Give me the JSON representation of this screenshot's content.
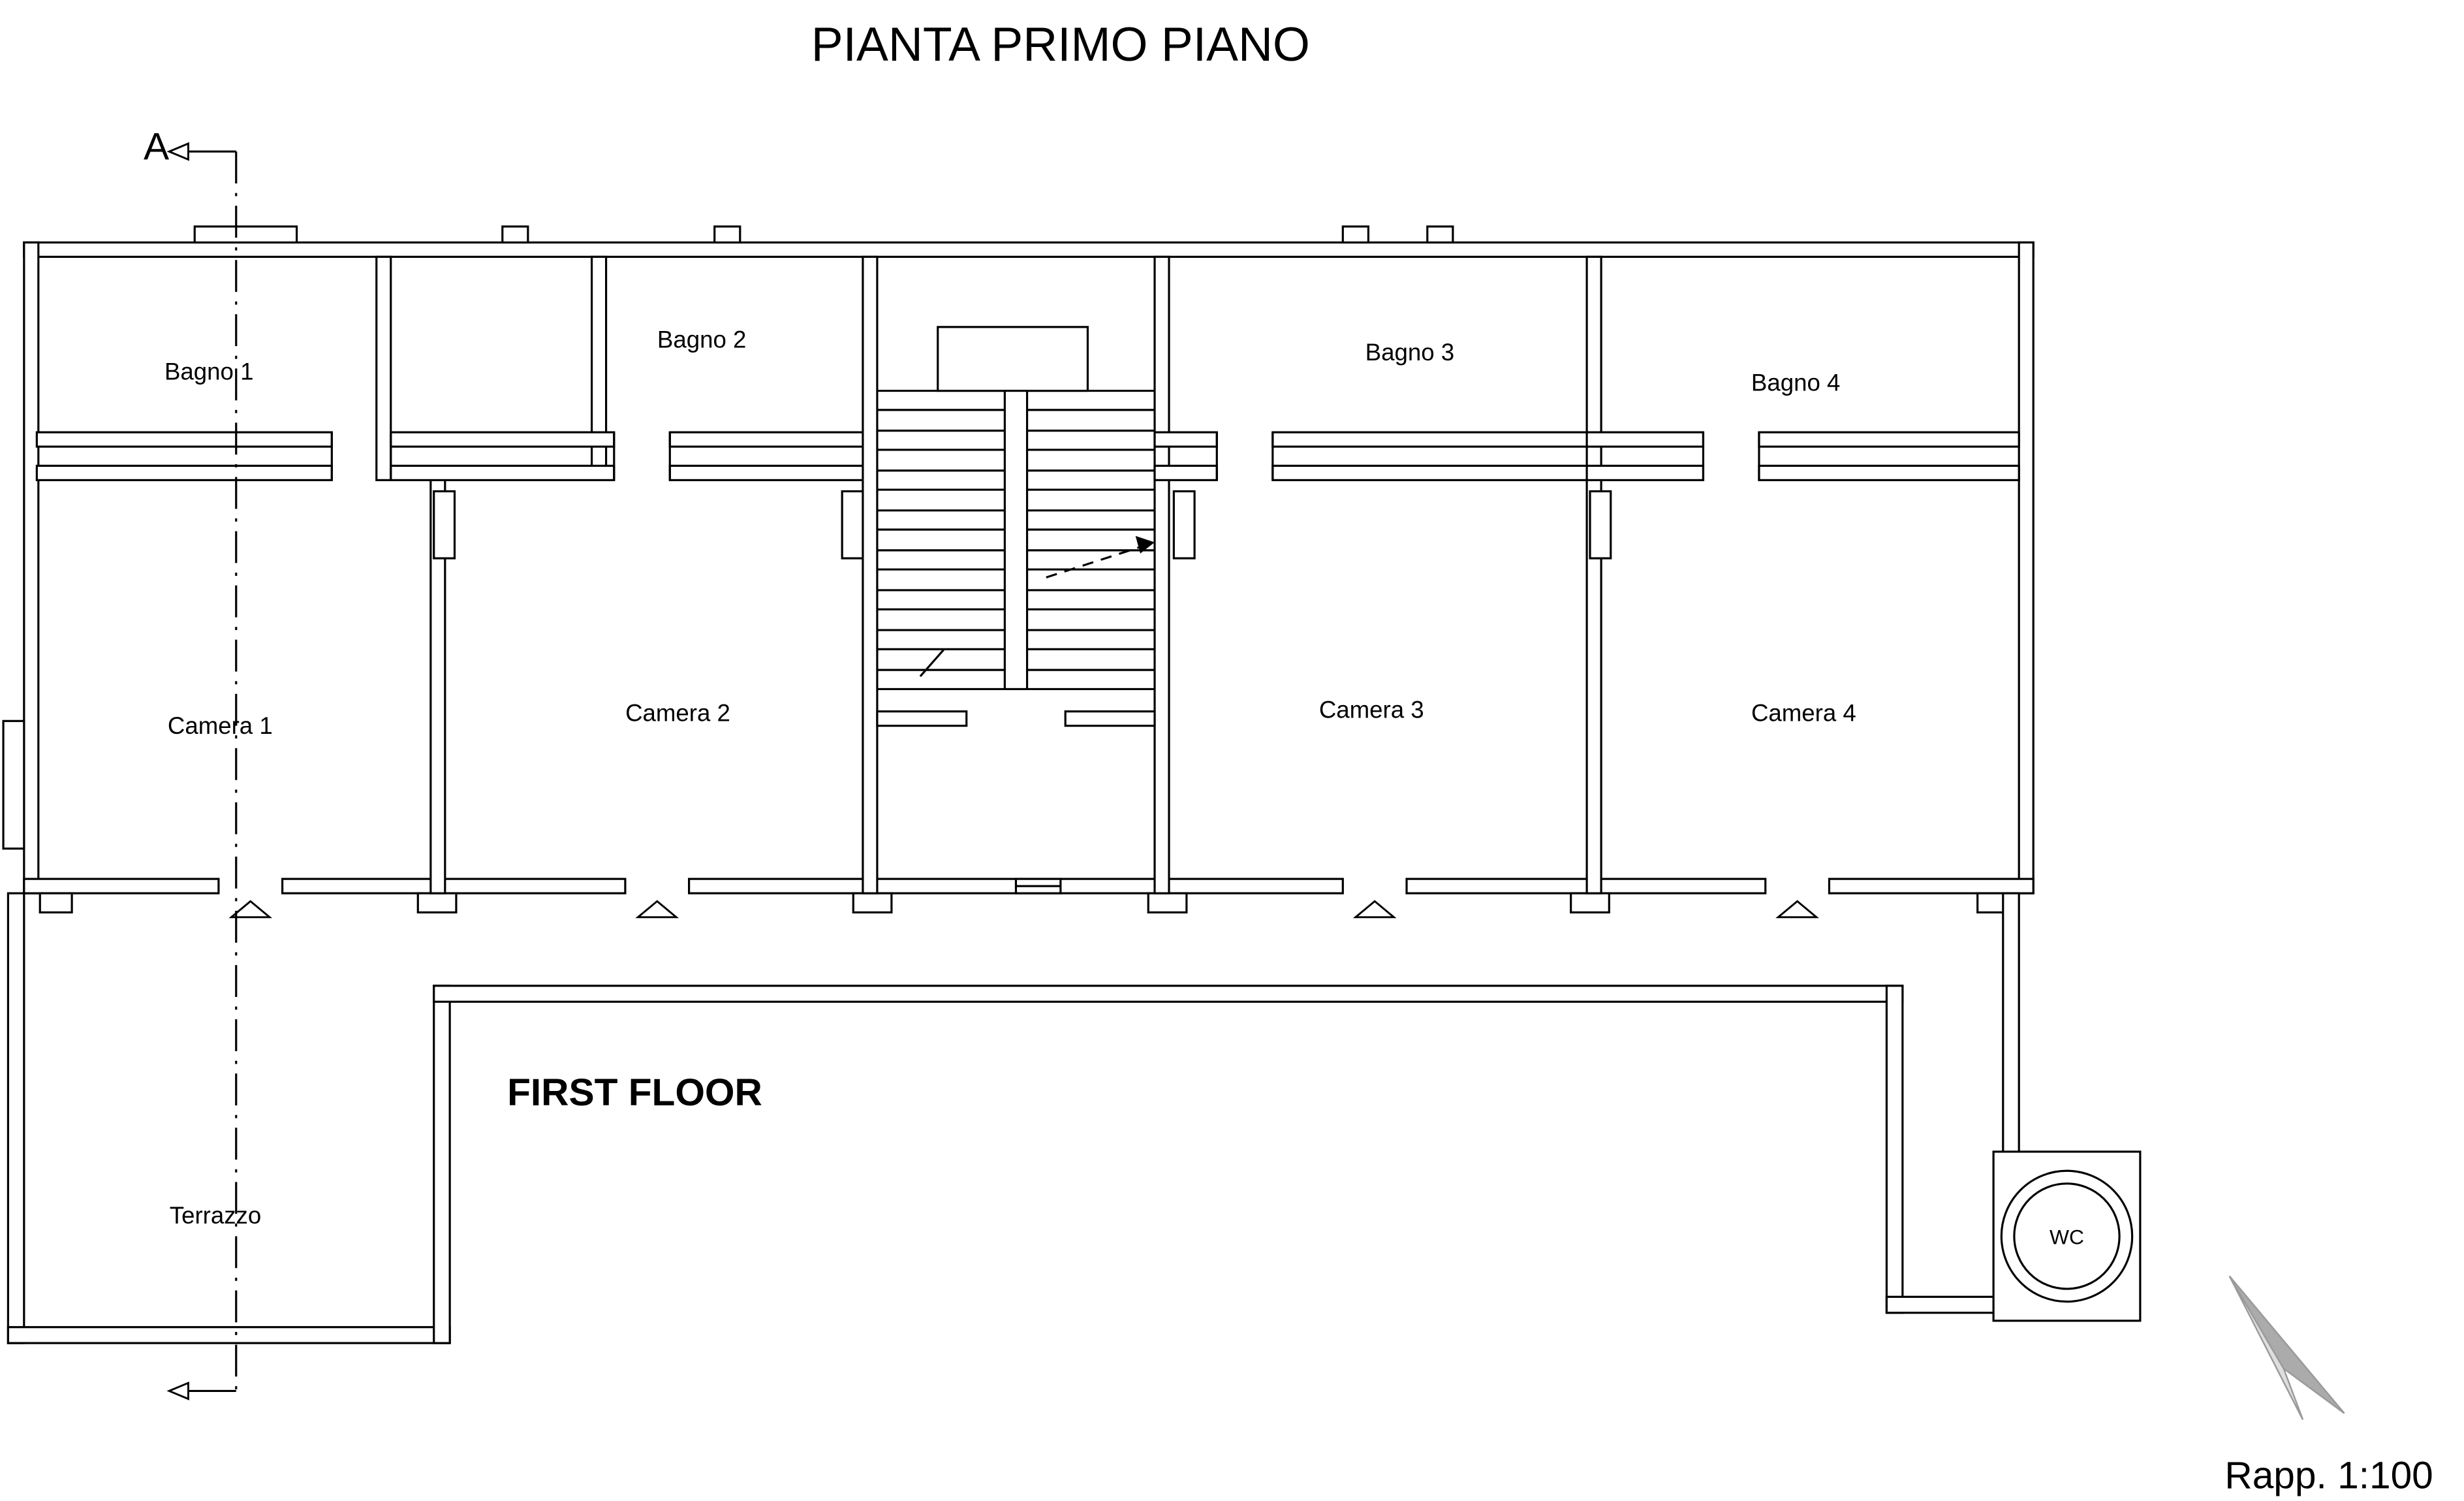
{
  "title": "PIANTA PRIMO PIANO",
  "section_marker": {
    "label": "A"
  },
  "rooms": {
    "bagno1": "Bagno 1",
    "bagno2": "Bagno 2",
    "bagno3": "Bagno 3",
    "bagno4": "Bagno 4",
    "camera1": "Camera 1",
    "camera2": "Camera 2",
    "camera3": "Camera 3",
    "camera4": "Camera 4",
    "terrazzo": "Terrazzo",
    "wc": "WC"
  },
  "annotations": {
    "floor_label": "FIRST FLOOR",
    "scale_label": "Rapp. 1:100"
  },
  "colors": {
    "line": "#000000",
    "background": "#ffffff",
    "north_arrow_light": "#dedede",
    "north_arrow_dark": "#ababab"
  }
}
